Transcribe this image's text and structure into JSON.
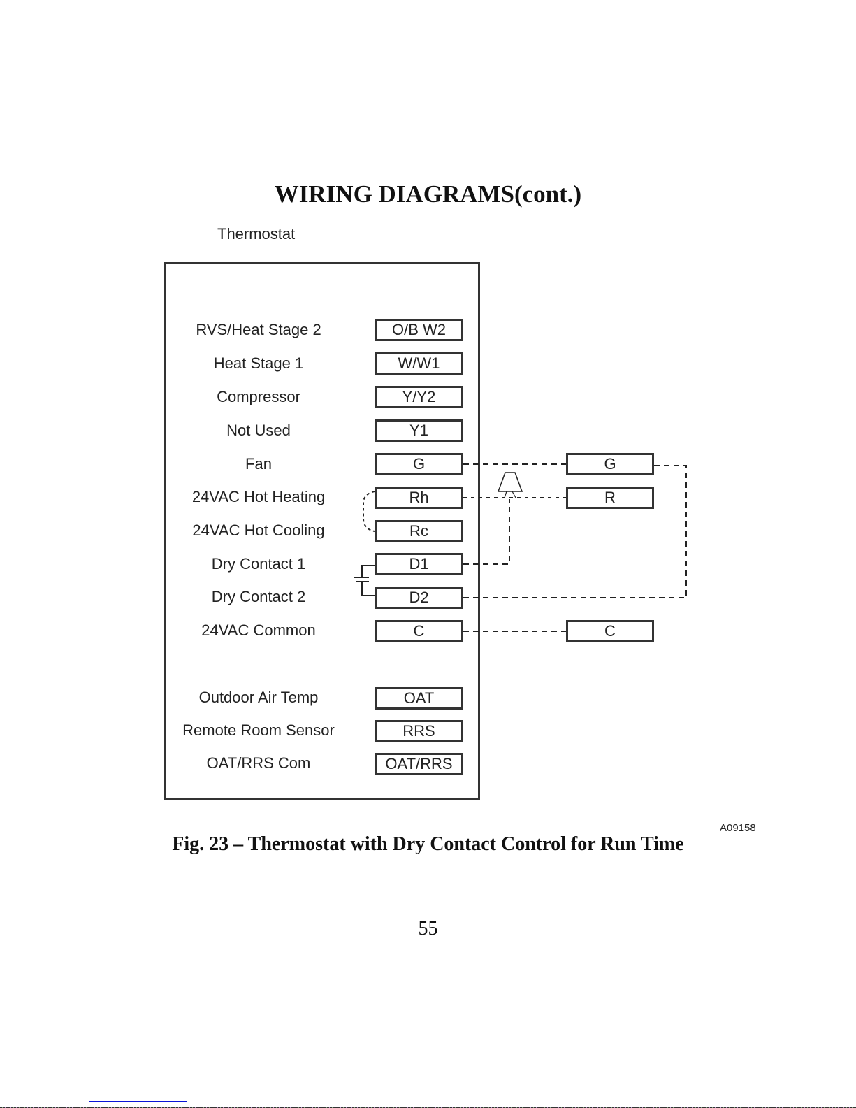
{
  "page": {
    "heading": "WIRING DIAGRAMS(cont.)",
    "thermostat_label": "Thermostat",
    "figure_id": "A09158",
    "figure_caption": "Fig. 23 – Thermostat with Dry Contact Control for Run Time",
    "page_number": "55"
  },
  "thermostat": {
    "terminals": [
      {
        "label": "RVS/Heat Stage 2",
        "terminal": "O/B W2"
      },
      {
        "label": "Heat Stage 1",
        "terminal": "W/W1"
      },
      {
        "label": "Compressor",
        "terminal": "Y/Y2"
      },
      {
        "label": "Not Used",
        "terminal": "Y1"
      },
      {
        "label": "Fan",
        "terminal": "G"
      },
      {
        "label": "24VAC Hot Heating",
        "terminal": "Rh"
      },
      {
        "label": "24VAC Hot Cooling",
        "terminal": "Rc"
      },
      {
        "label": "Dry Contact 1",
        "terminal": "D1"
      },
      {
        "label": "Dry Contact 2",
        "terminal": "D2"
      },
      {
        "label": "24VAC Common",
        "terminal": "C"
      }
    ],
    "sensor_terminals": [
      {
        "label": "Outdoor Air Temp",
        "terminal": "OAT"
      },
      {
        "label": "Remote Room Sensor",
        "terminal": "RRS"
      },
      {
        "label": "OAT/RRS Com",
        "terminal": "OAT/RRS"
      }
    ]
  },
  "equipment": {
    "terminals": [
      {
        "terminal": "G"
      },
      {
        "terminal": "R"
      },
      {
        "terminal": "C"
      }
    ]
  },
  "connections": [
    {
      "from": "G",
      "to": "G (equipment)",
      "style": "dashed"
    },
    {
      "from": "Rh",
      "to": "R (equipment)",
      "style": "dashed",
      "via": "jumper-lamp"
    },
    {
      "from": "Rh",
      "to": "Rc",
      "style": "dashed-jumper"
    },
    {
      "from": "D1",
      "to": "jumper-lamp",
      "style": "dashed"
    },
    {
      "from": "D2",
      "to": "G (equipment)",
      "style": "dashed"
    },
    {
      "from": "C",
      "to": "C (equipment)",
      "style": "dashed"
    },
    {
      "from": "D1",
      "to": "D2",
      "style": "solid",
      "via": "dry-contact-switch"
    }
  ]
}
